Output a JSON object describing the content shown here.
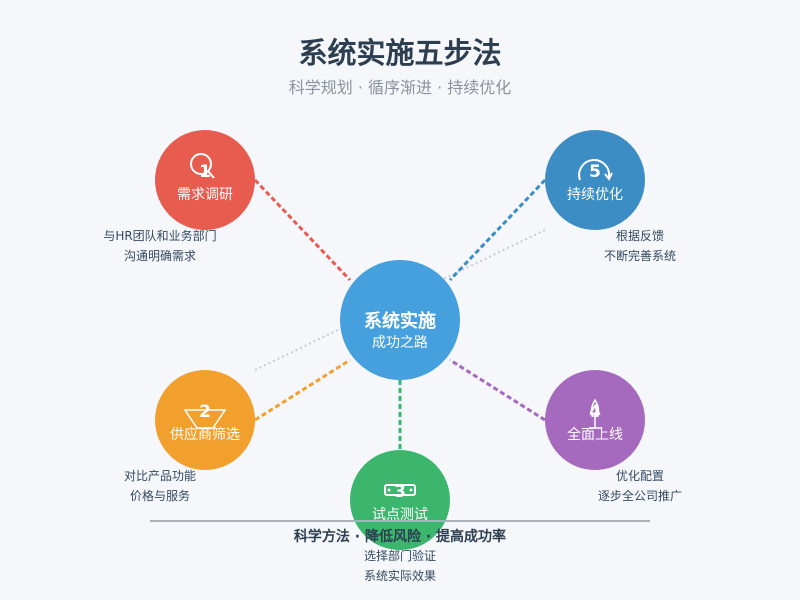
{
  "header": {
    "title": "系统实施五步法",
    "subtitle": "科学规划 · 循序渐进 · 持续优化"
  },
  "center": {
    "title": "系统实施",
    "subtitle": "成功之路",
    "color": "#45a0dd"
  },
  "steps": [
    {
      "number": "1",
      "label": "需求调研",
      "color": "#e85c4f",
      "icon": "magnifier-icon",
      "desc": [
        "与HR团队和业务部门",
        "沟通明确需求"
      ]
    },
    {
      "number": "2",
      "label": "供应商筛选",
      "color": "#f2a02d",
      "icon": "funnel-icon",
      "desc": [
        "对比产品功能",
        "价格与服务"
      ]
    },
    {
      "number": "3",
      "label": "试点测试",
      "color": "#3cb66c",
      "icon": "cash-icon",
      "desc": [
        "选择部门验证",
        "系统实际效果"
      ]
    },
    {
      "number": "4",
      "label": "全面上线",
      "color": "#a569bd",
      "icon": "rocket-icon",
      "desc": [
        "优化配置",
        "逐步全公司推广"
      ]
    },
    {
      "number": "5",
      "label": "持续优化",
      "color": "#3d8dc5",
      "icon": "refresh-icon",
      "desc": [
        "根据反馈",
        "不断完善系统"
      ]
    }
  ],
  "footer": {
    "text": "科学方法 · 降低风险 · 提高成功率"
  }
}
